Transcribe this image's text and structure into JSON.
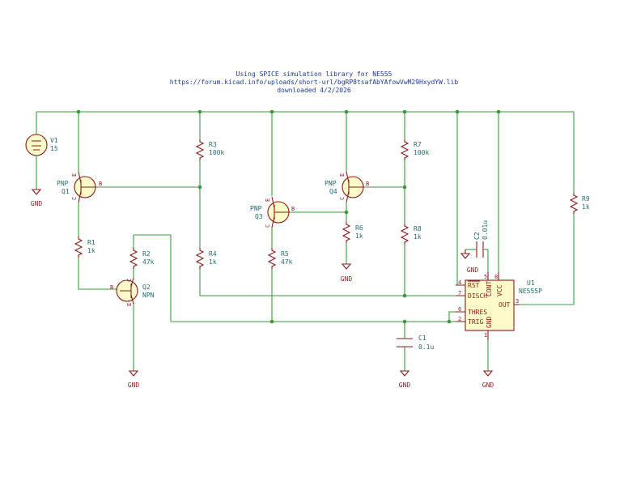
{
  "title": {
    "line1": "Using SPICE simulation library for NE555",
    "line2": "https://forum.kicad.info/uploads/short-url/bgRP8tsafAbYAfowVwM29HxydYW.lib",
    "line3": "downloaded 4/2/2026"
  },
  "power": {
    "gnd": "GND"
  },
  "components": {
    "v1": {
      "ref": "V1",
      "value": "15"
    },
    "q1": {
      "ref": "Q1",
      "type": "PNP",
      "e": "E",
      "b": "B",
      "c": "C"
    },
    "q2": {
      "ref": "Q2",
      "type": "NPN",
      "e": "E",
      "b": "B",
      "c": "C"
    },
    "q3": {
      "ref": "Q3",
      "type": "PNP",
      "e": "E",
      "b": "B",
      "c": "C"
    },
    "q4": {
      "ref": "Q4",
      "type": "PNP",
      "e": "E",
      "b": "B",
      "c": "C"
    },
    "r1": {
      "ref": "R1",
      "value": "1k"
    },
    "r2": {
      "ref": "R2",
      "value": "47k"
    },
    "r3": {
      "ref": "R3",
      "value": "100k"
    },
    "r4": {
      "ref": "R4",
      "value": "1k"
    },
    "r5": {
      "ref": "R5",
      "value": "47k"
    },
    "r6": {
      "ref": "R6",
      "value": "1k"
    },
    "r7": {
      "ref": "R7",
      "value": "100k"
    },
    "r8": {
      "ref": "R8",
      "value": "1k"
    },
    "r9": {
      "ref": "R9",
      "value": "1k"
    },
    "c1": {
      "ref": "C1",
      "value": "0.1u"
    },
    "c2": {
      "ref": "C2",
      "value": "0.01u"
    },
    "u1": {
      "ref": "U1",
      "value": "NE555P",
      "pins": {
        "rst": "RST",
        "disch": "DISCH",
        "thres": "THRES",
        "trig": "TRIG",
        "out": "OUT",
        "cont": "CONT",
        "vcc": "VCC",
        "gnd": "GND"
      },
      "pin_numbers": {
        "rst": "4",
        "disch": "7",
        "thres": "6",
        "trig": "2",
        "out": "3",
        "cont": "5",
        "vcc": "8",
        "gnd": "1"
      }
    }
  }
}
